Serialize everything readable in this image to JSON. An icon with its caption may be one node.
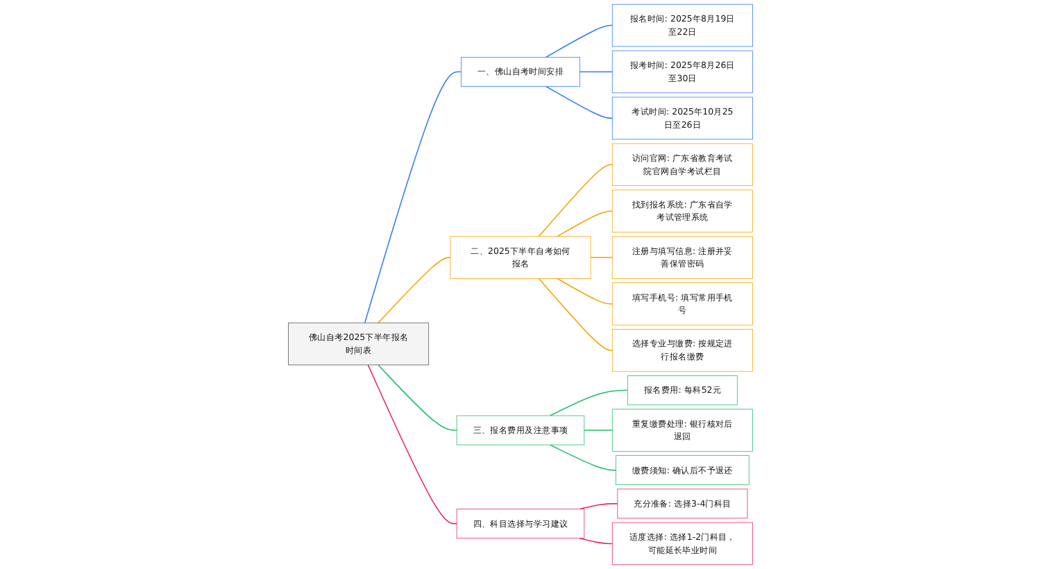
{
  "diagram": {
    "nodes": [
      {
        "text": [
          "佛山自考2025下半年报名时间表"
        ]
      },
      {
        "text": [
          "一、佛山自考时间安排"
        ]
      },
      {
        "text": [
          "报名时间: 2025年8月19日至22日"
        ]
      },
      {
        "text": [
          "报考时间: 2025年8月26日至30日"
        ]
      },
      {
        "text": [
          "考试时间: 2025年10月25日至26日"
        ]
      },
      {
        "text": [
          "二、2025下半年自考如何报名"
        ]
      },
      {
        "text": [
          "访问官网: 广东省教育考试院官网自学考试栏目"
        ]
      },
      {
        "text": [
          "找到报名系统: 广东省自学考试管理系统"
        ]
      },
      {
        "text": [
          "注册与填写信息: 注册并妥善保管密码"
        ]
      },
      {
        "text": [
          "填写手机号: 填写常用手机号"
        ]
      },
      {
        "text": [
          "选择专业与缴费: 按规定进行报名缴费"
        ]
      },
      {
        "text": [
          "三、报名费用及注意事项"
        ]
      },
      {
        "text": [
          "报名费用: 每科52元"
        ]
      },
      {
        "text": [
          "重复缴费处理: 银行核对后退回"
        ]
      },
      {
        "text": [
          "缴费须知: 确认后不予退还"
        ]
      },
      {
        "text": [
          "四、科目选择与学习建议"
        ]
      },
      {
        "text": [
          "充分准备: 选择3-4门科目"
        ]
      },
      {
        "text": [
          "适度选择: 选择1-2门科目，可能延长毕业时间"
        ]
      }
    ],
    "edges": [
      {
        "from": 0,
        "to": 1,
        "arrow": "none",
        "color": "#2f7cf6"
      },
      {
        "from": 1,
        "to": 2,
        "arrow": "none",
        "color": "#2f7cf6"
      },
      {
        "from": 1,
        "to": 3,
        "arrow": "none",
        "color": "#2f7cf6"
      },
      {
        "from": 1,
        "to": 4,
        "arrow": "none",
        "color": "#2f7cf6"
      },
      {
        "from": 0,
        "to": 5,
        "arrow": "none",
        "color": "#f5a300"
      },
      {
        "from": 5,
        "to": 6,
        "arrow": "none",
        "color": "#f5a300"
      },
      {
        "from": 5,
        "to": 7,
        "arrow": "none",
        "color": "#f5a300"
      },
      {
        "from": 5,
        "to": 8,
        "arrow": "none",
        "color": "#f5a300"
      },
      {
        "from": 5,
        "to": 9,
        "arrow": "none",
        "color": "#f5a300"
      },
      {
        "from": 5,
        "to": 10,
        "arrow": "none",
        "color": "#f5a300"
      },
      {
        "from": 0,
        "to": 11,
        "arrow": "none",
        "color": "#1fbf6a"
      },
      {
        "from": 11,
        "to": 12,
        "arrow": "none",
        "color": "#1fbf6a"
      },
      {
        "from": 11,
        "to": 13,
        "arrow": "none",
        "color": "#1fbf6a"
      },
      {
        "from": 11,
        "to": 14,
        "arrow": "none",
        "color": "#1fbf6a"
      },
      {
        "from": 0,
        "to": 15,
        "arrow": "none",
        "color": "#e8246e"
      },
      {
        "from": 15,
        "to": 16,
        "arrow": "none",
        "color": "#e8246e"
      },
      {
        "from": 15,
        "to": 17,
        "arrow": "none",
        "color": "#e8246e"
      }
    ]
  }
}
